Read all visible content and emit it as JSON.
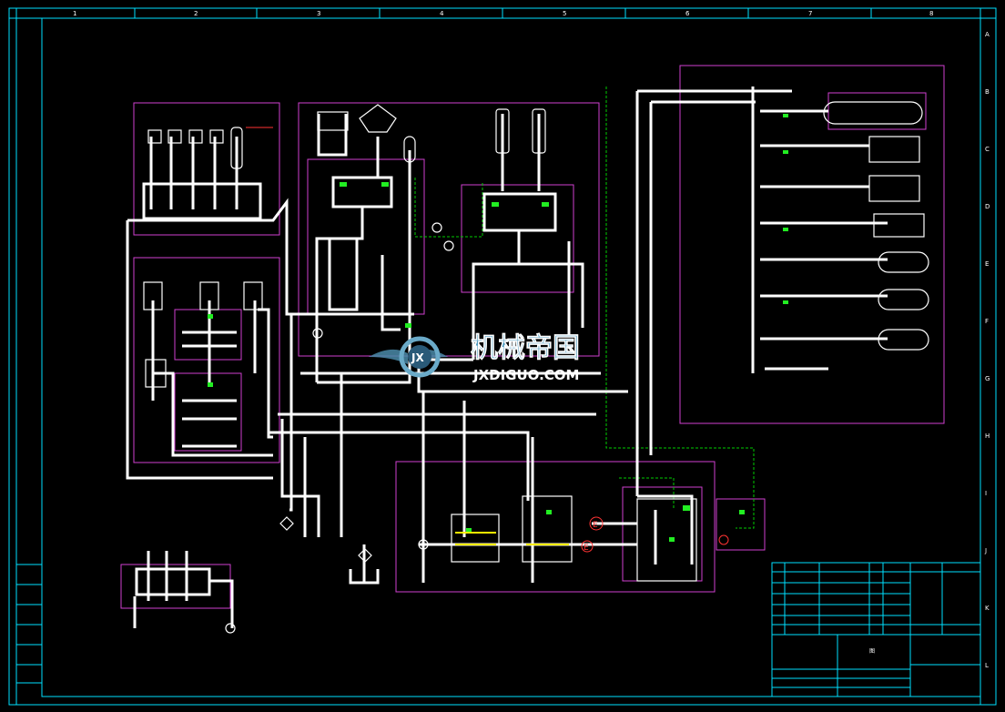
{
  "drawing": {
    "background": "#000000",
    "colors": {
      "frame": "#00e0ff",
      "pipe": "#ffffff",
      "box": "#d040d0",
      "accent_green": "#22ee22",
      "accent_red": "#ff3333",
      "accent_yellow": "#ffee00",
      "pilot_dash": "#00cc00"
    },
    "zones_top": [
      "1",
      "2",
      "3",
      "4",
      "5",
      "6",
      "7",
      "8"
    ],
    "zones_side": [
      "A",
      "B",
      "C",
      "D",
      "E",
      "F",
      "G",
      "H",
      "I",
      "J",
      "K",
      "L"
    ],
    "port_markers": [
      "E",
      "E"
    ]
  },
  "watermark": {
    "logo_text": "JX",
    "title": "机械帝国",
    "subtitle": "JXDIGUO.COM"
  },
  "title_block": {
    "main_symbol": "图"
  }
}
